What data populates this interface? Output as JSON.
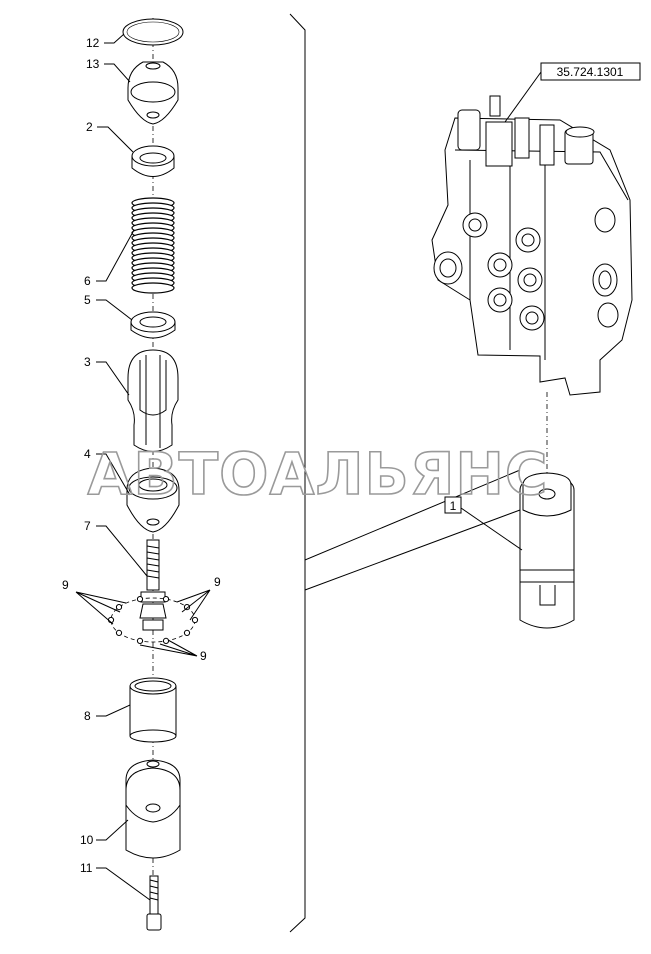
{
  "reference_code": "35.724.1301",
  "assembly_callout": "1",
  "watermark": "АВТОАЛЬЯНС",
  "callouts": {
    "c12": "12",
    "c13": "13",
    "c2": "2",
    "c6": "6",
    "c5": "5",
    "c3": "3",
    "c4": "4",
    "c7": "7",
    "c9a": "9",
    "c9b": "9",
    "c9c": "9",
    "c8": "8",
    "c10": "10",
    "c11": "11"
  }
}
